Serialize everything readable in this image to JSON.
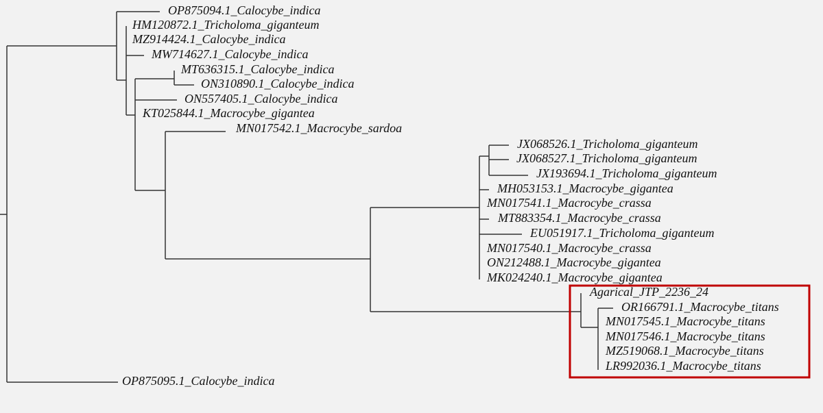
{
  "tree": {
    "highlight_color": "#c00000",
    "taxa": [
      "OP875094.1_Calocybe_indica",
      "HM120872.1_Tricholoma_giganteum",
      "MZ914424.1_Calocybe_indica",
      "MW714627.1_Calocybe_indica",
      "MT636315.1_Calocybe_indica",
      "ON310890.1_Calocybe_indica",
      "ON557405.1_Calocybe_indica",
      "KT025844.1_Macrocybe_gigantea",
      "MN017542.1_Macrocybe_sardoa",
      "JX068526.1_Tricholoma_giganteum",
      "JX068527.1_Tricholoma_giganteum",
      "JX193694.1_Tricholoma_giganteum",
      "MH053153.1_Macrocybe_gigantea",
      "MN017541.1_Macrocybe_crassa",
      "MT883354.1_Macrocybe_crassa",
      "EU051917.1_Tricholoma_giganteum",
      "MN017540.1_Macrocybe_crassa",
      "ON212488.1_Macrocybe_gigantea",
      "MK024240.1_Macrocybe_gigantea",
      "Agarical_JTP_2236_24",
      "OR166791.1_Macrocybe_titans",
      "MN017545.1_Macrocybe_titans",
      "MN017546.1_Macrocybe_titans",
      "MZ519068.1_Macrocybe_titans",
      "LR992036.1_Macrocybe_titans",
      "OP875095.1_Calocybe_indica"
    ]
  }
}
